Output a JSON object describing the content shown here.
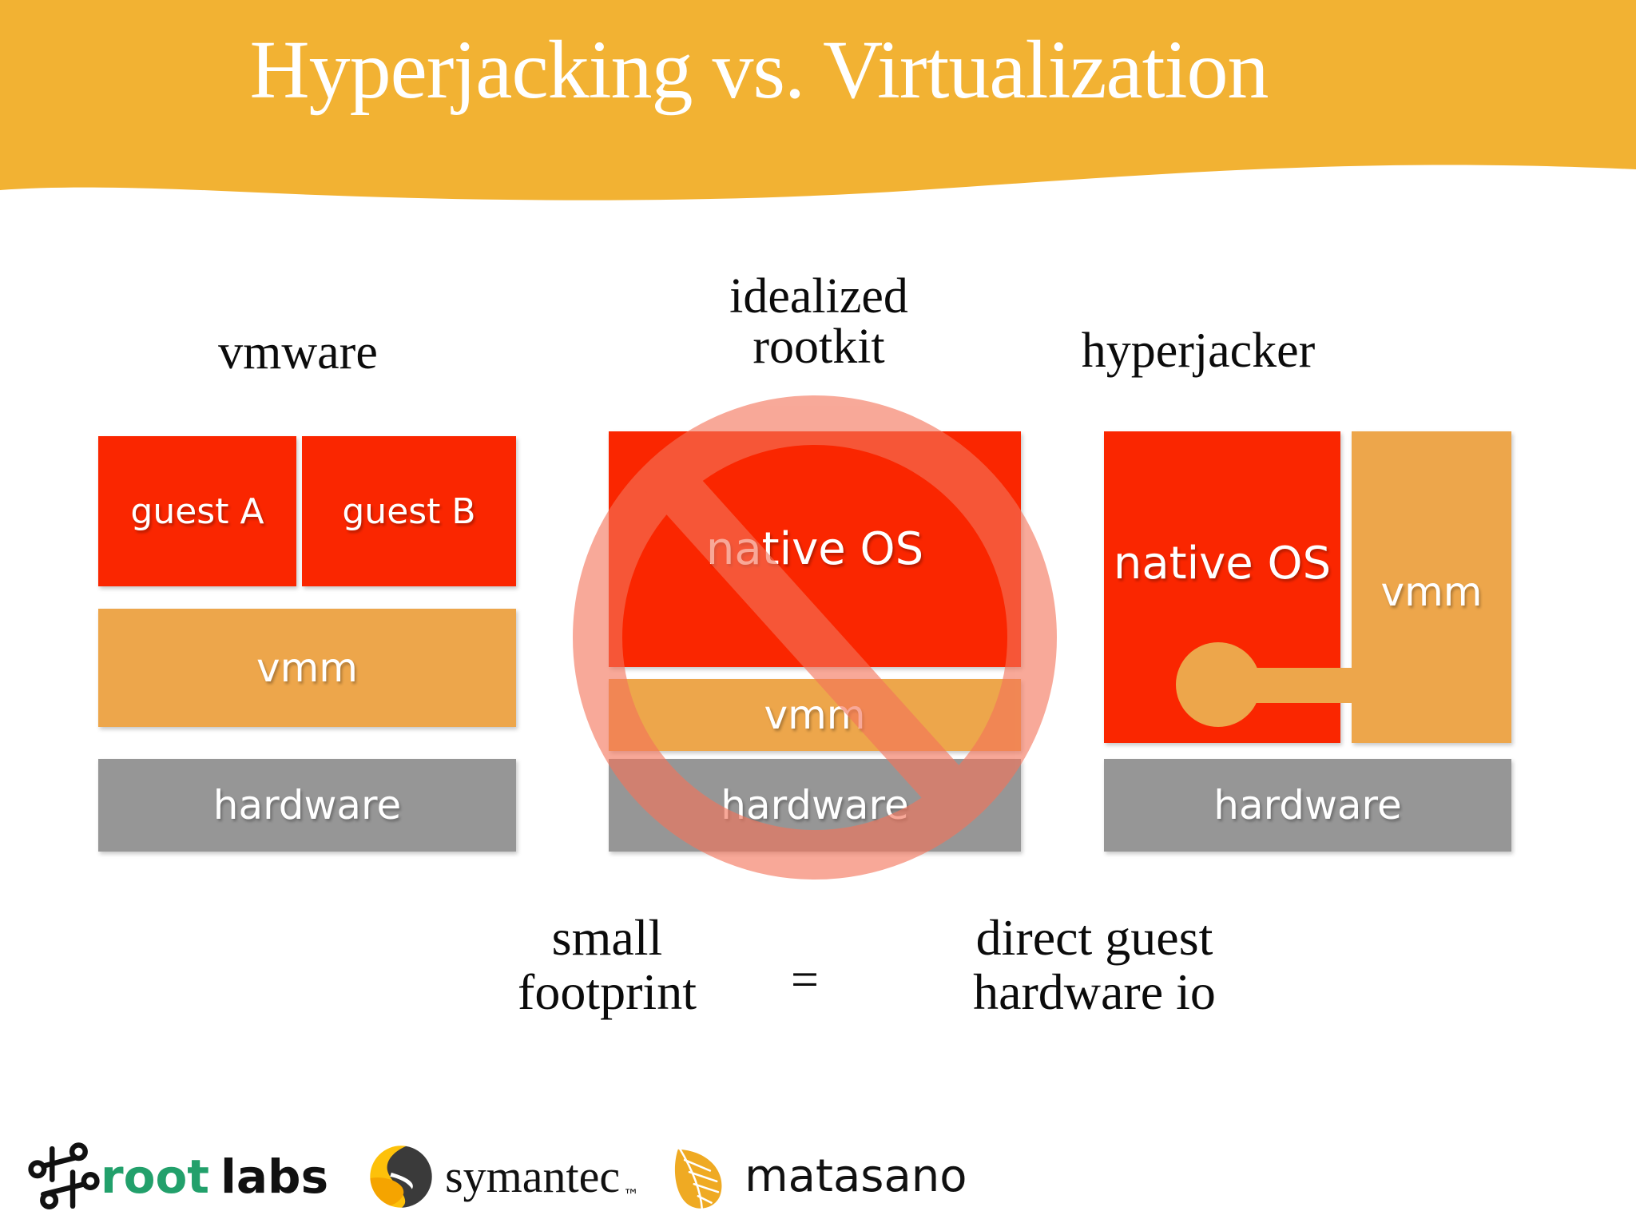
{
  "slide": {
    "title": "Hyperjacking vs. Virtualization",
    "header_color": "#F2B233",
    "background_color": "#FFFFFF"
  },
  "palette": {
    "guest_red": "#FA2600",
    "vmm_orange": "#EDA64B",
    "hardware_gray": "#969696",
    "no_sign": "#F79C8A",
    "label_text": "#FFFFFF",
    "heading_text": "#0B0B0B"
  },
  "columns": [
    {
      "id": "vmware",
      "heading": "vmware",
      "blocks": [
        {
          "label": "guest A",
          "kind": "guest"
        },
        {
          "label": "guest B",
          "kind": "guest"
        },
        {
          "label": "vmm",
          "kind": "vmm"
        },
        {
          "label": "hardware",
          "kind": "hardware"
        }
      ]
    },
    {
      "id": "idealized-rootkit",
      "heading": "idealized rootkit",
      "heading_line1": "idealized",
      "heading_line2": "rootkit",
      "crossed_out": true,
      "blocks": [
        {
          "label": "native OS",
          "kind": "guest"
        },
        {
          "label": "vmm",
          "kind": "vmm"
        },
        {
          "label": "hardware",
          "kind": "hardware"
        }
      ]
    },
    {
      "id": "hyperjacker",
      "heading": "hyperjacker",
      "blocks": [
        {
          "label": "native OS",
          "kind": "guest"
        },
        {
          "label": "vmm",
          "kind": "vmm"
        },
        {
          "label": "hardware",
          "kind": "hardware"
        }
      ]
    }
  ],
  "equation": {
    "left_line1": "small",
    "left_line2": "footprint",
    "operator": "=",
    "right_line1": "direct guest",
    "right_line2": "hardware io"
  },
  "footer": {
    "logos": [
      {
        "id": "root-labs",
        "word1": "root",
        "word2": "labs",
        "icon": "circuit-icon",
        "color1": "#22A06B",
        "color2": "#111111"
      },
      {
        "id": "symantec",
        "word1": "symantec",
        "trademark": "™",
        "icon": "symantec-swirl-icon",
        "color1": "#111111"
      },
      {
        "id": "matasano",
        "word1": "matasano",
        "icon": "leaf-icon",
        "color1": "#111111"
      }
    ]
  }
}
